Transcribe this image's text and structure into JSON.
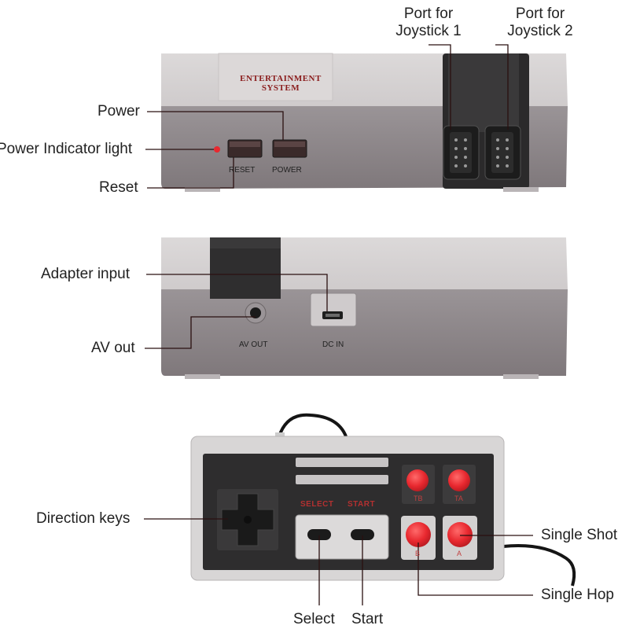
{
  "labels": {
    "port1": "Port for\nJoystick 1",
    "port1_line1": "Port for",
    "port1_line2": "Joystick 1",
    "port2_line1": "Port for",
    "port2_line2": "Joystick 2",
    "power": "Power",
    "power_indicator": "Power Indicator light",
    "reset": "Reset",
    "adapter_input": "Adapter input",
    "av_out": "AV out",
    "direction_keys": "Direction keys",
    "single_shot": "Single Shot",
    "single_hop": "Single Hop",
    "select": "Select",
    "start": "Start"
  },
  "console": {
    "stamp_line1": "ENTERTAINMENT",
    "stamp_line2": "SYSTEM",
    "reset_text": "RESET",
    "power_text": "POWER",
    "av_out_text": "AV OUT",
    "dc_in_text": "DC IN"
  },
  "controller": {
    "select_text": "SELECT",
    "start_text": "START",
    "tb": "TB",
    "ta": "TA",
    "b": "B",
    "a": "A"
  },
  "colors": {
    "console_top": "#d7d3d3",
    "console_front": "#8c8588",
    "accent_red": "#e8282f",
    "leader_line": "#2a1010"
  }
}
